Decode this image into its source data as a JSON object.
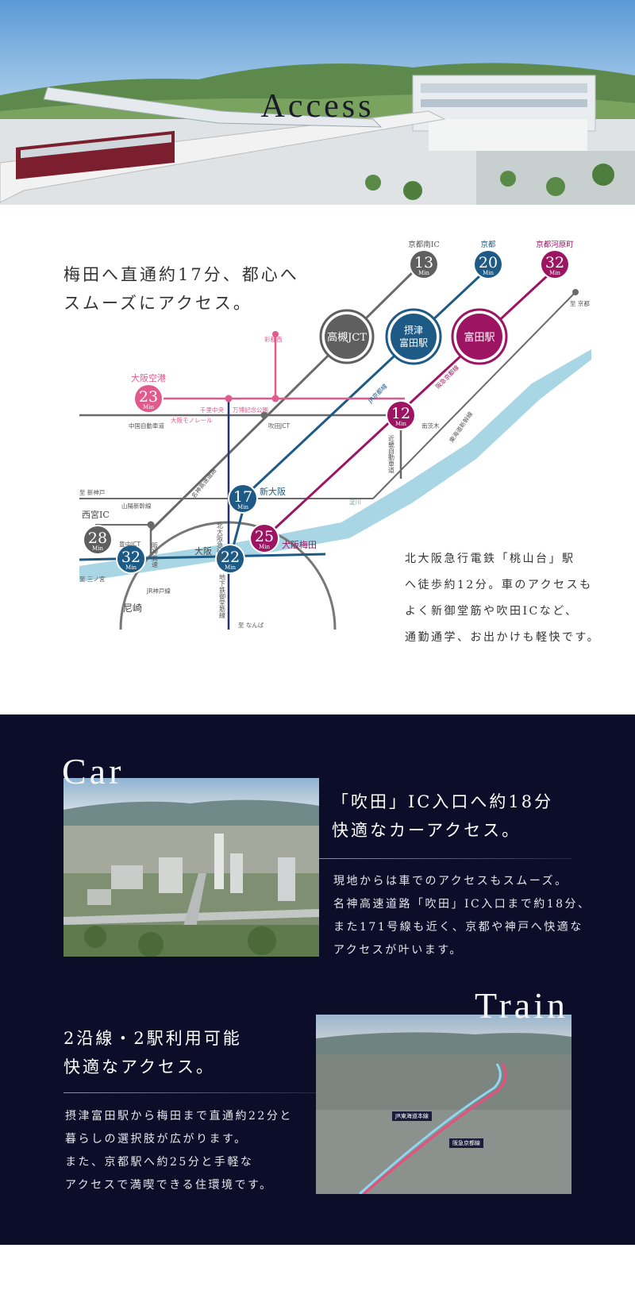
{
  "hero": {
    "title": "Access"
  },
  "map": {
    "headline": [
      "梅田へ直通約17分、都心へ",
      "スムーズにアクセス。"
    ],
    "description": [
      "北大阪急行電鉄「桃山台」駅",
      "へ徒歩約12分。車のアクセスも",
      "よく新御堂筋や吹田ICなど、",
      "通勤通学、お出かけも軽快です。"
    ],
    "unit": "Min",
    "top_destinations": [
      {
        "label": "京都南IC",
        "minutes": "13",
        "color": "#5f5f5f"
      },
      {
        "label": "京都",
        "minutes": "20",
        "color": "#1d5a86"
      },
      {
        "label": "京都河原町",
        "minutes": "32",
        "color": "#9c1462"
      }
    ],
    "hubs": [
      {
        "label": "高槻JCT",
        "color": "#5f5f5f"
      },
      {
        "label": "摂津\n富田駅",
        "color": "#1d5a86"
      },
      {
        "label": "富田駅",
        "color": "#9c1462"
      }
    ],
    "stations": [
      {
        "id": "osaka-airport",
        "label": "大阪空港",
        "minutes": "23",
        "color": "#e05a8c"
      },
      {
        "id": "ibaraki",
        "label": "",
        "minutes": "12",
        "color": "#9c1462"
      },
      {
        "id": "shin-osaka",
        "label": "新大阪",
        "minutes": "17",
        "color": "#1d5a86"
      },
      {
        "id": "nishinomiya-ic",
        "label": "西宮IC",
        "minutes": "28",
        "color": "#5f5f5f"
      },
      {
        "id": "osaka-umeda",
        "label": "大阪梅田",
        "minutes": "25",
        "color": "#9c1462"
      },
      {
        "id": "sannomiya",
        "label": "",
        "minutes": "32",
        "color": "#1d5a86"
      },
      {
        "id": "osaka",
        "label": "大阪",
        "minutes": "22",
        "color": "#1d5a86"
      }
    ],
    "small_labels": {
      "saito_nishi": "彩都西",
      "senri_chuo": "千里中央",
      "banpaku": "万博記念公園",
      "monorail": "大阪モノレール",
      "chugoku": "中国自動車道",
      "suita_jct": "吹田JCT",
      "minami_ibaraki": "南茨木",
      "to_shinkobe": "至 新神戸",
      "sanyo_shinkansen": "山陽新幹線",
      "toyonaka_ic": "豊中ICT",
      "hanshin_expressway": "阪神高速",
      "to_sannomiya": "至 三ノ宮",
      "jr_kobe": "JR神戸線",
      "amagasaki": "尼崎",
      "to_namba": "至 なんば",
      "to_kyoto": "至 京都",
      "jr_kyoto": "JR京都線",
      "hankyu_kyoto": "阪急京都線",
      "tokaido_shinkansen": "東海道新幹線",
      "meishin": "名神高速道路",
      "kitaosaka": "北大阪急行線",
      "midosuji": "地下鉄御堂筋線",
      "kinki": "近畿自動車道",
      "yodogawa": "淀川"
    }
  },
  "car": {
    "label": "Car",
    "headline": [
      "「吹田」IC入口へ約18分",
      "快適なカーアクセス。"
    ],
    "body": [
      "現地からは車でのアクセスもスムーズ。",
      "名神高速道路「吹田」IC入口まで約18分、",
      "また171号線も近く、京都や神戸へ快適な",
      "アクセスが叶います。"
    ]
  },
  "train": {
    "label": "Train",
    "headline": [
      "2沿線・2駅利用可能",
      "快適なアクセス。"
    ],
    "body": [
      "摂津富田駅から梅田まで直通約22分と",
      "暮らしの選択肢が広がります。",
      "また、京都駅へ約25分と手軽な",
      "アクセスで満喫できる住環境です。"
    ],
    "tags": [
      "JR東海道本線",
      "阪急京都線"
    ]
  }
}
